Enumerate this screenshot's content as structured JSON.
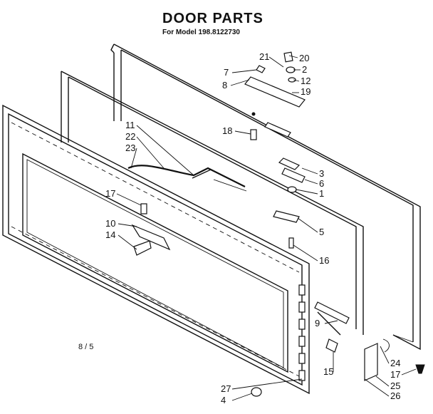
{
  "title": "DOOR PARTS",
  "subtitle": "For Model 198.8122730",
  "page_code": "8 / 5",
  "callouts": [
    {
      "id": "c20",
      "label": "20"
    },
    {
      "id": "c21",
      "label": "21"
    },
    {
      "id": "c2",
      "label": "2"
    },
    {
      "id": "c7",
      "label": "7"
    },
    {
      "id": "c12",
      "label": "12"
    },
    {
      "id": "c8",
      "label": "8"
    },
    {
      "id": "c19",
      "label": "19"
    },
    {
      "id": "c18",
      "label": "18"
    },
    {
      "id": "c11",
      "label": "11"
    },
    {
      "id": "c22",
      "label": "22"
    },
    {
      "id": "c23",
      "label": "23"
    },
    {
      "id": "c3",
      "label": "3"
    },
    {
      "id": "c6",
      "label": "6"
    },
    {
      "id": "c1",
      "label": "1"
    },
    {
      "id": "c17a",
      "label": "17"
    },
    {
      "id": "c10",
      "label": "10"
    },
    {
      "id": "c14",
      "label": "14"
    },
    {
      "id": "c5",
      "label": "5"
    },
    {
      "id": "c16",
      "label": "16"
    },
    {
      "id": "c9",
      "label": "9"
    },
    {
      "id": "c15",
      "label": "15"
    },
    {
      "id": "c24",
      "label": "24"
    },
    {
      "id": "c17b",
      "label": "17"
    },
    {
      "id": "c25",
      "label": "25"
    },
    {
      "id": "c27",
      "label": "27"
    },
    {
      "id": "c26",
      "label": "26"
    },
    {
      "id": "c4",
      "label": "4"
    }
  ]
}
